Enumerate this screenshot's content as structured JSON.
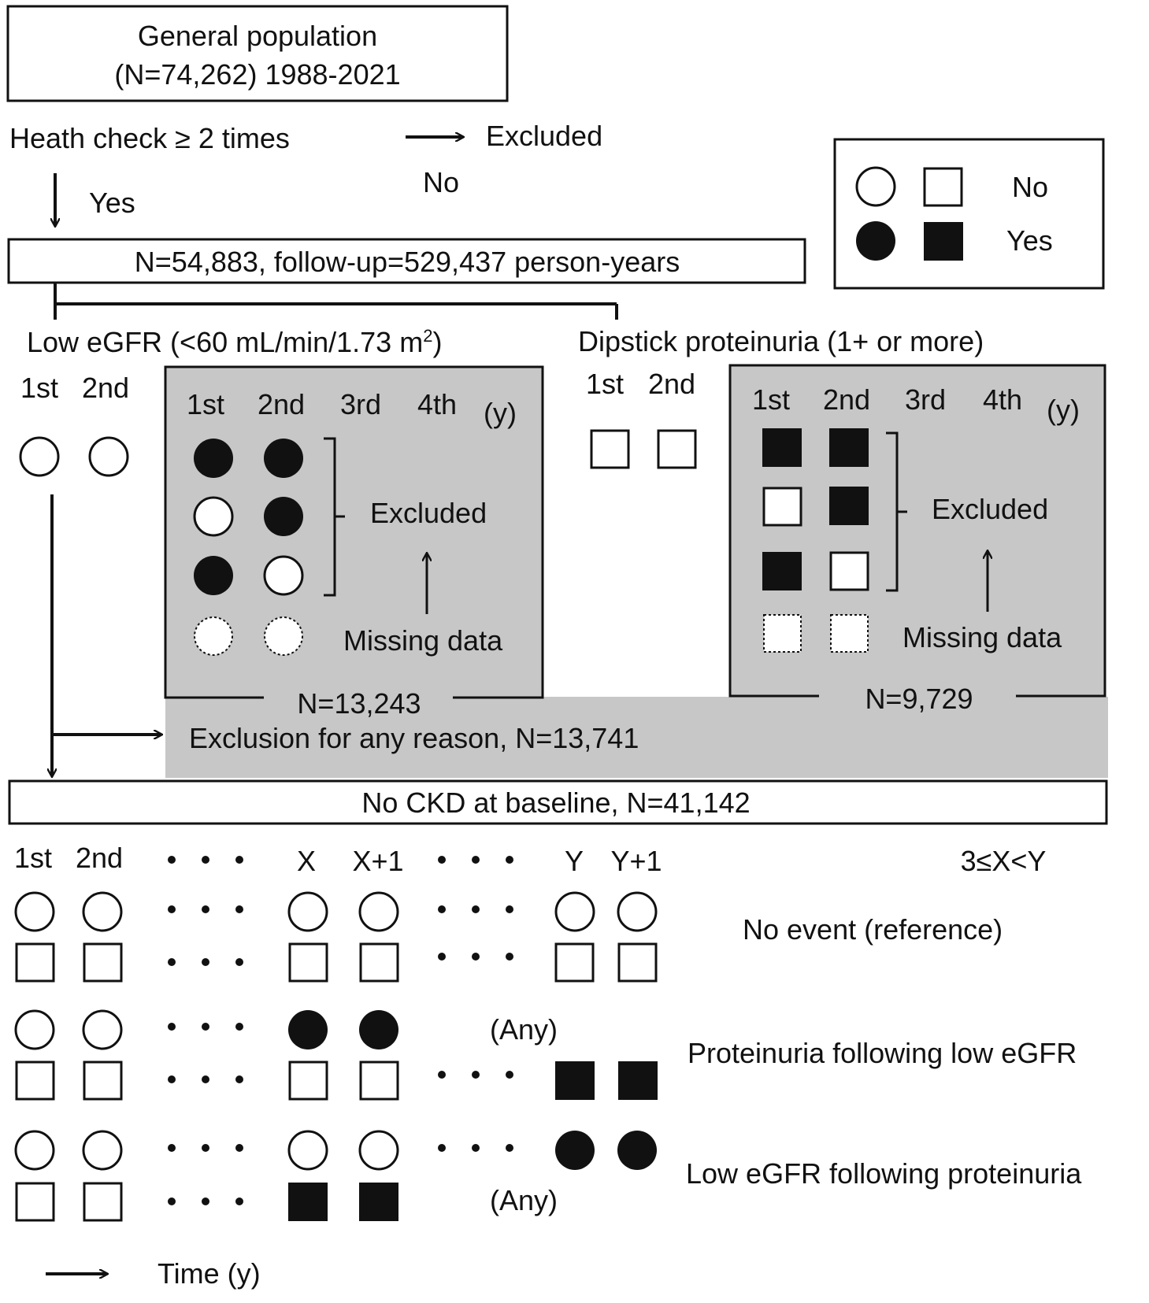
{
  "top_box": {
    "line1": "General population",
    "line2": "(N=74,262) 1988-2021"
  },
  "screen": {
    "question": "Heath check ≥ 2 times",
    "yes_label": "Yes",
    "no_label": "No",
    "excluded_label": "Excluded"
  },
  "legend": {
    "no_label": "No",
    "yes_label": "Yes"
  },
  "cohort_box": "N=54,883, follow-up=529,437 person-years",
  "egfr": {
    "title_main": "Low eGFR (<60 mL/min/1.73 m",
    "title_sup": "2",
    "title_end": ")",
    "col1": "1st",
    "col2": "2nd",
    "panel_headers": [
      "1st",
      "2nd",
      "3rd",
      "4th"
    ],
    "unit": "(y)",
    "excluded_label": "Excluded",
    "missing_label": "Missing data",
    "n_label": "N=13,243"
  },
  "protein": {
    "title": "Dipstick proteinuria (1+ or more)",
    "col1": "1st",
    "col2": "2nd",
    "panel_headers": [
      "1st",
      "2nd",
      "3rd",
      "4th"
    ],
    "unit": "(y)",
    "excluded_label": "Excluded",
    "missing_label": "Missing data",
    "n_label": "N=9,729"
  },
  "exclusion": "Exclusion for any reason, N=13,741",
  "baseline_box": "No CKD at baseline, N=41,142",
  "timeline": {
    "headers": [
      "1st",
      "2nd",
      "X",
      "X+1",
      "Y",
      "Y+1"
    ],
    "condition": "3≤X<Y",
    "any_label": "(Any)",
    "outcomes": [
      "No event (reference)",
      "Proteinuria following low eGFR",
      "Low eGFR following proteinuria"
    ],
    "time_label": "Time (y)"
  }
}
